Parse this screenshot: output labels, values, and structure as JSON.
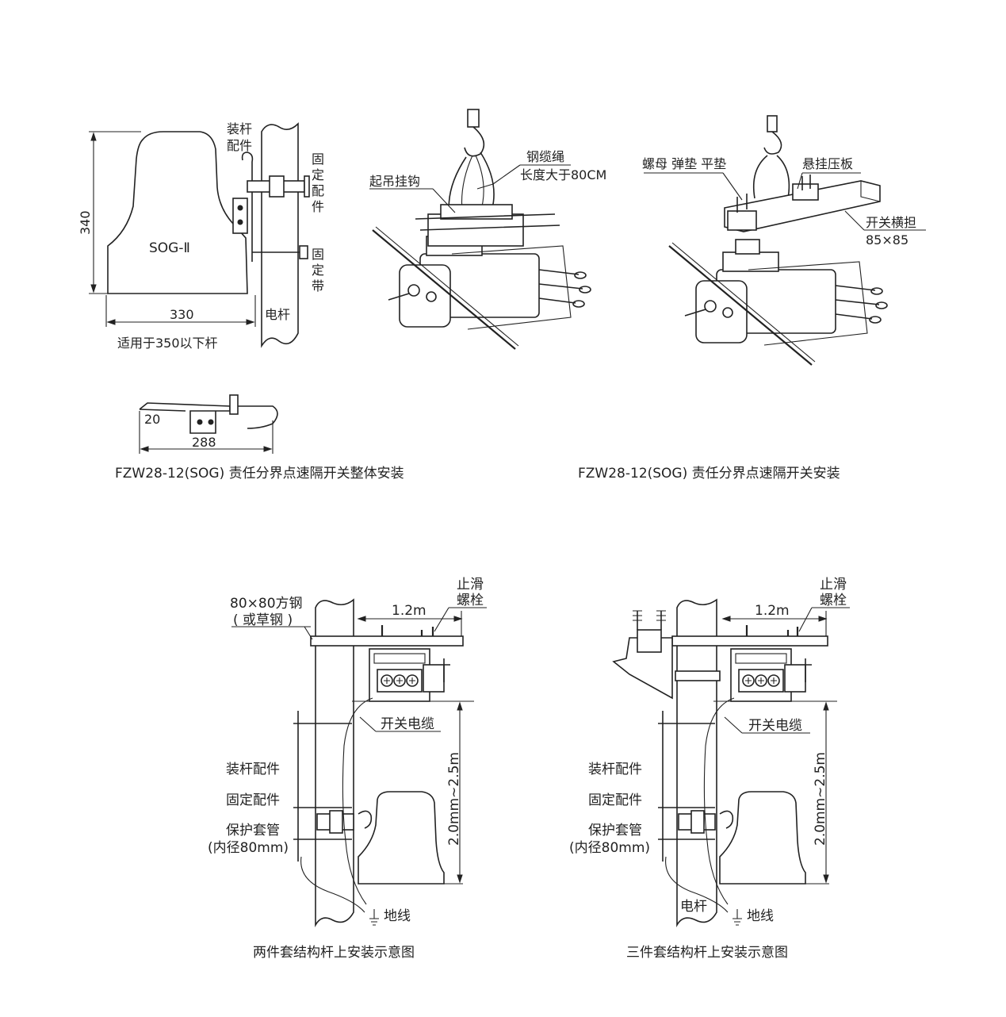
{
  "top_left": {
    "dim_height": "340",
    "dim_width": "330",
    "model_label": "SOG-Ⅱ",
    "pole_fitting": [
      "装杆",
      "配件"
    ],
    "fix_fitting": [
      "固",
      "定",
      "配",
      "件"
    ],
    "fix_band": [
      "固",
      "定",
      "带"
    ],
    "pole": "电杆",
    "applicable": "适用于350以下杆",
    "bracket_dim_small": "20",
    "bracket_dim_length": "288",
    "caption": "FZW28-12(SOG) 责任分界点速隔开关整体安装"
  },
  "top_middle": {
    "hook": "起吊挂钩",
    "rope": "钢缆绳",
    "rope_length": "长度大于80CM"
  },
  "top_right": {
    "nut_washer": "螺母 弹垫 平垫",
    "plate": "悬挂压板",
    "crossarm": "开关横担",
    "crossarm_size": "85×85",
    "caption": "FZW28-12(SOG) 责任分界点速隔开关安装"
  },
  "bottom_left": {
    "steel": "80×80方钢",
    "steel_alt": "( 或草钢 )",
    "anti_slip": [
      "止滑",
      "螺栓"
    ],
    "span": "1.2m",
    "cable": "开关电缆",
    "height_range": "2.0mm~2.5m",
    "pole_fitting": "装杆配件",
    "fix_fitting": "固定配件",
    "sleeve": "保护套管",
    "sleeve_dia": "(内径80mm)",
    "ground": "地线",
    "caption": "两件套结构杆上安装示意图"
  },
  "bottom_right": {
    "anti_slip": [
      "止滑",
      "螺栓"
    ],
    "span": "1.2m",
    "cable": "开关电缆",
    "height_range": "2.0mm~2.5m",
    "pole_fitting": "装杆配件",
    "fix_fitting": "固定配件",
    "sleeve": "保护套管",
    "sleeve_dia": "(内径80mm)",
    "pole": "电杆",
    "ground": "地线",
    "caption": "三件套结构杆上安装示意图"
  }
}
